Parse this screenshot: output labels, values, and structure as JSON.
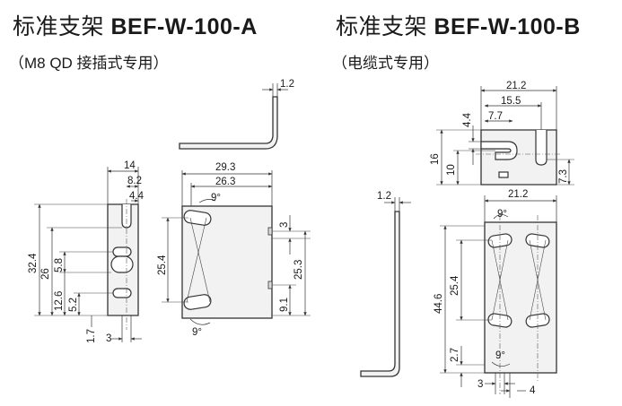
{
  "left": {
    "title_prefix": "标准支架",
    "model": "BEF-W-100-A",
    "subtitle": "（M8 QD 接插式专用）",
    "dims": {
      "thickness": "1.2",
      "width14": "14",
      "d8_2": "8.2",
      "d4_4": "4.4",
      "d29_3": "29.3",
      "d26_3": "26.3",
      "angle9a": "9°",
      "d32_4": "32.4",
      "d26": "26",
      "d5_8": "5.8",
      "d12_6": "12.6",
      "d5_2": "5.2",
      "d1_7": "1.7",
      "d3a": "3",
      "d25_4": "25.4",
      "d3b": "3",
      "d25_3": "25.3",
      "d9_1": "9.1",
      "angle9b": "9°"
    }
  },
  "right": {
    "title_prefix": "标准支架",
    "model": "BEF-W-100-B",
    "subtitle": "（电缆式专用）",
    "dims": {
      "d21_2a": "21.2",
      "d15_5": "15.5",
      "d7_7": "7.7",
      "d4_4": "4.4",
      "d16": "16",
      "d10": "10",
      "d7_3": "7.3",
      "thickness": "1.2",
      "d21_2b": "21.2",
      "angle9a": "9°",
      "d44_6": "44.6",
      "d25_4": "25.4",
      "d2_7": "2.7",
      "angle9b": "9°",
      "d3": "3",
      "d4": "4"
    }
  }
}
